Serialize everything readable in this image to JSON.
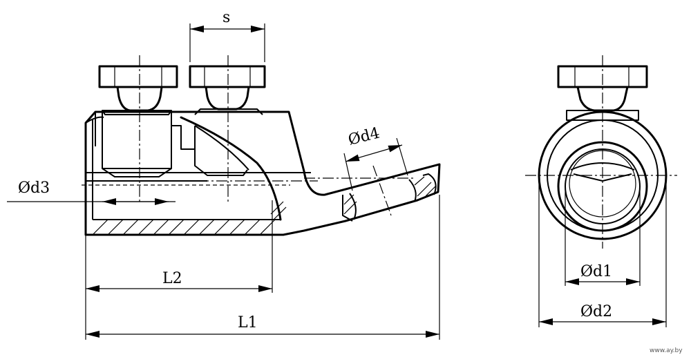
{
  "labels": {
    "s": "s",
    "d3": "Ød3",
    "d4": "Ød4",
    "L2": "L2",
    "L1": "L1",
    "d1": "Ød1",
    "d2": "Ød2"
  },
  "watermark": "www.ay.by"
}
